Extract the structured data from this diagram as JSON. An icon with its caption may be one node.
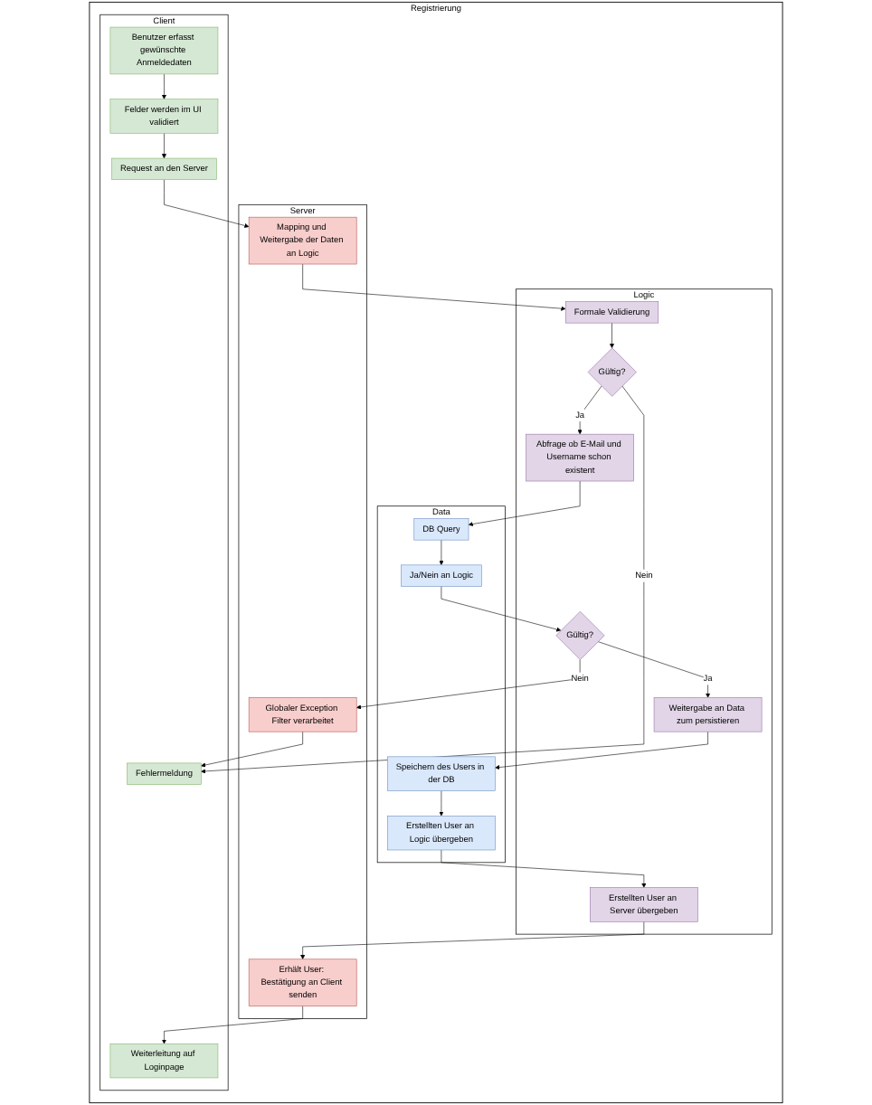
{
  "diagram": {
    "nodes": [
      {
        "text": [
          "Registrierung"
        ]
      },
      {
        "text": [
          "Client"
        ],
        "in": 0
      },
      {
        "text": [
          "Server"
        ],
        "in": 0
      },
      {
        "text": [
          "Logic"
        ],
        "in": 0
      },
      {
        "text": [
          "Data"
        ],
        "in": 0
      },
      {
        "text": [
          "Benutzer erfasst gewünschte Anmeldedaten"
        ],
        "in": 1
      },
      {
        "text": [
          "Felder werden im UI validiert"
        ],
        "in": 1
      },
      {
        "text": [
          "Request an den Server"
        ],
        "in": 1
      },
      {
        "text": [
          "Mapping und Weitergabe der Daten an Logic"
        ],
        "in": 2
      },
      {
        "text": [
          "Formale Validierung"
        ],
        "in": 3
      },
      {
        "text": [
          "Fehlermeldung"
        ],
        "in": 1
      },
      {
        "text": [
          "Gültig?"
        ],
        "in": 3
      },
      {
        "text": [
          "Abfrage ob E-Mail und Username schon existent"
        ],
        "in": 3
      },
      {
        "text": [
          "DB Query"
        ],
        "in": 4
      },
      {
        "text": [
          "Globaler Exception Filter verarbeitet"
        ],
        "in": 2
      },
      {
        "text": [
          "Gültig?"
        ],
        "in": 3
      },
      {
        "text": [
          "Ja/Nein an Logic"
        ],
        "in": 4
      },
      {
        "text": [
          "Weitergabe an Data zum persistieren"
        ],
        "in": 3
      },
      {
        "text": [
          "Speichern des Users in der DB"
        ],
        "in": 4
      },
      {
        "text": [
          "Weiterleitung auf Loginpage"
        ],
        "in": 1
      },
      {
        "text": [
          "Erhält User: Bestätigung an Client senden"
        ],
        "in": 2
      },
      {
        "text": [
          "Erstellten User an Server übergeben"
        ],
        "in": 3
      },
      {
        "text": [
          "Erstellten User an Logic übergeben"
        ],
        "in": 4
      }
    ],
    "edges": [
      {
        "from": 5,
        "to": 6,
        "arrow": "to"
      },
      {
        "from": 6,
        "to": 7,
        "arrow": "to"
      },
      {
        "from": 7,
        "to": 8,
        "arrow": "to"
      },
      {
        "from": 8,
        "to": 9,
        "arrow": "to"
      },
      {
        "from": 9,
        "to": 11,
        "arrow": "to"
      },
      {
        "from": 11,
        "to": 10,
        "arrow": "to",
        "label": "Nein"
      },
      {
        "from": 11,
        "to": 12,
        "arrow": "to",
        "label": "Ja"
      },
      {
        "from": 12,
        "to": 13,
        "arrow": "to"
      },
      {
        "from": 13,
        "to": 16,
        "arrow": "to"
      },
      {
        "from": 16,
        "to": 15,
        "arrow": "to"
      },
      {
        "from": 15,
        "to": 14,
        "arrow": "to",
        "label": "Nein"
      },
      {
        "from": 14,
        "to": 10,
        "arrow": "to"
      },
      {
        "from": 15,
        "to": 17,
        "arrow": "to",
        "label": "Ja"
      },
      {
        "from": 17,
        "to": 18,
        "arrow": "to"
      },
      {
        "from": 18,
        "to": 22,
        "arrow": "to"
      },
      {
        "from": 22,
        "to": 21,
        "arrow": "to"
      },
      {
        "from": 21,
        "to": 20,
        "arrow": "to"
      },
      {
        "from": 20,
        "to": 19,
        "arrow": "to"
      }
    ]
  }
}
